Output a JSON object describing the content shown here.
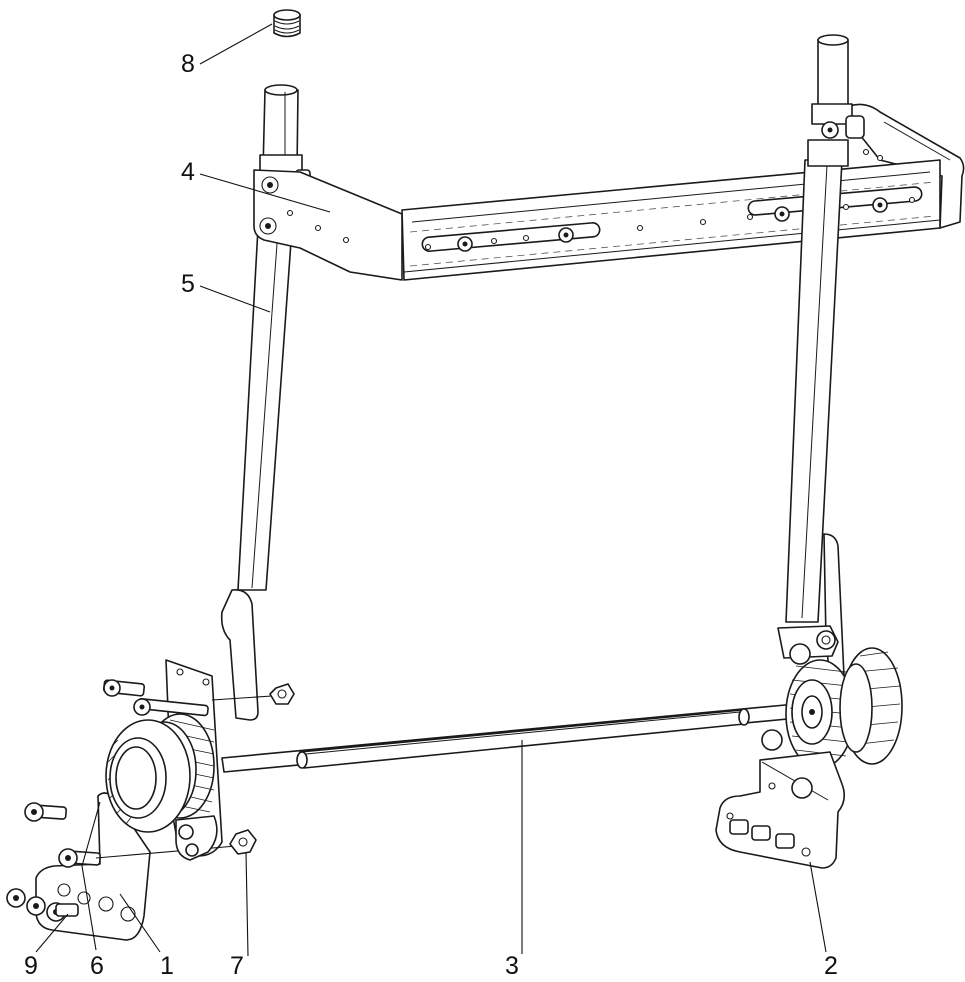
{
  "callouts": [
    {
      "id": "part-1",
      "text": "1"
    },
    {
      "id": "part-2",
      "text": "2"
    },
    {
      "id": "part-3",
      "text": "3"
    },
    {
      "id": "part-4",
      "text": "4"
    },
    {
      "id": "part-5",
      "text": "5"
    },
    {
      "id": "part-6",
      "text": "6"
    },
    {
      "id": "part-7",
      "text": "7"
    },
    {
      "id": "part-8",
      "text": "8"
    },
    {
      "id": "part-9",
      "text": "9"
    }
  ]
}
